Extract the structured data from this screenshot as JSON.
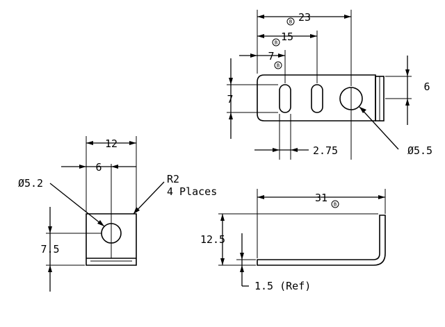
{
  "views": {
    "top": {
      "dims": {
        "overall": "23",
        "mid": "15",
        "first": "7",
        "height": "7",
        "right_height": "6",
        "slot_width": "2.75",
        "hole_dia": "Ø5.5"
      }
    },
    "end": {
      "dims": {
        "width": "12",
        "center": "6",
        "hole_dia": "Ø5.2",
        "radius": "R2",
        "radius_note": "4 Places",
        "height": "7.5"
      }
    },
    "side": {
      "dims": {
        "length": "31",
        "height": "12.5",
        "thickness": "1.5 (Ref)"
      }
    },
    "basic_mark": "B"
  }
}
